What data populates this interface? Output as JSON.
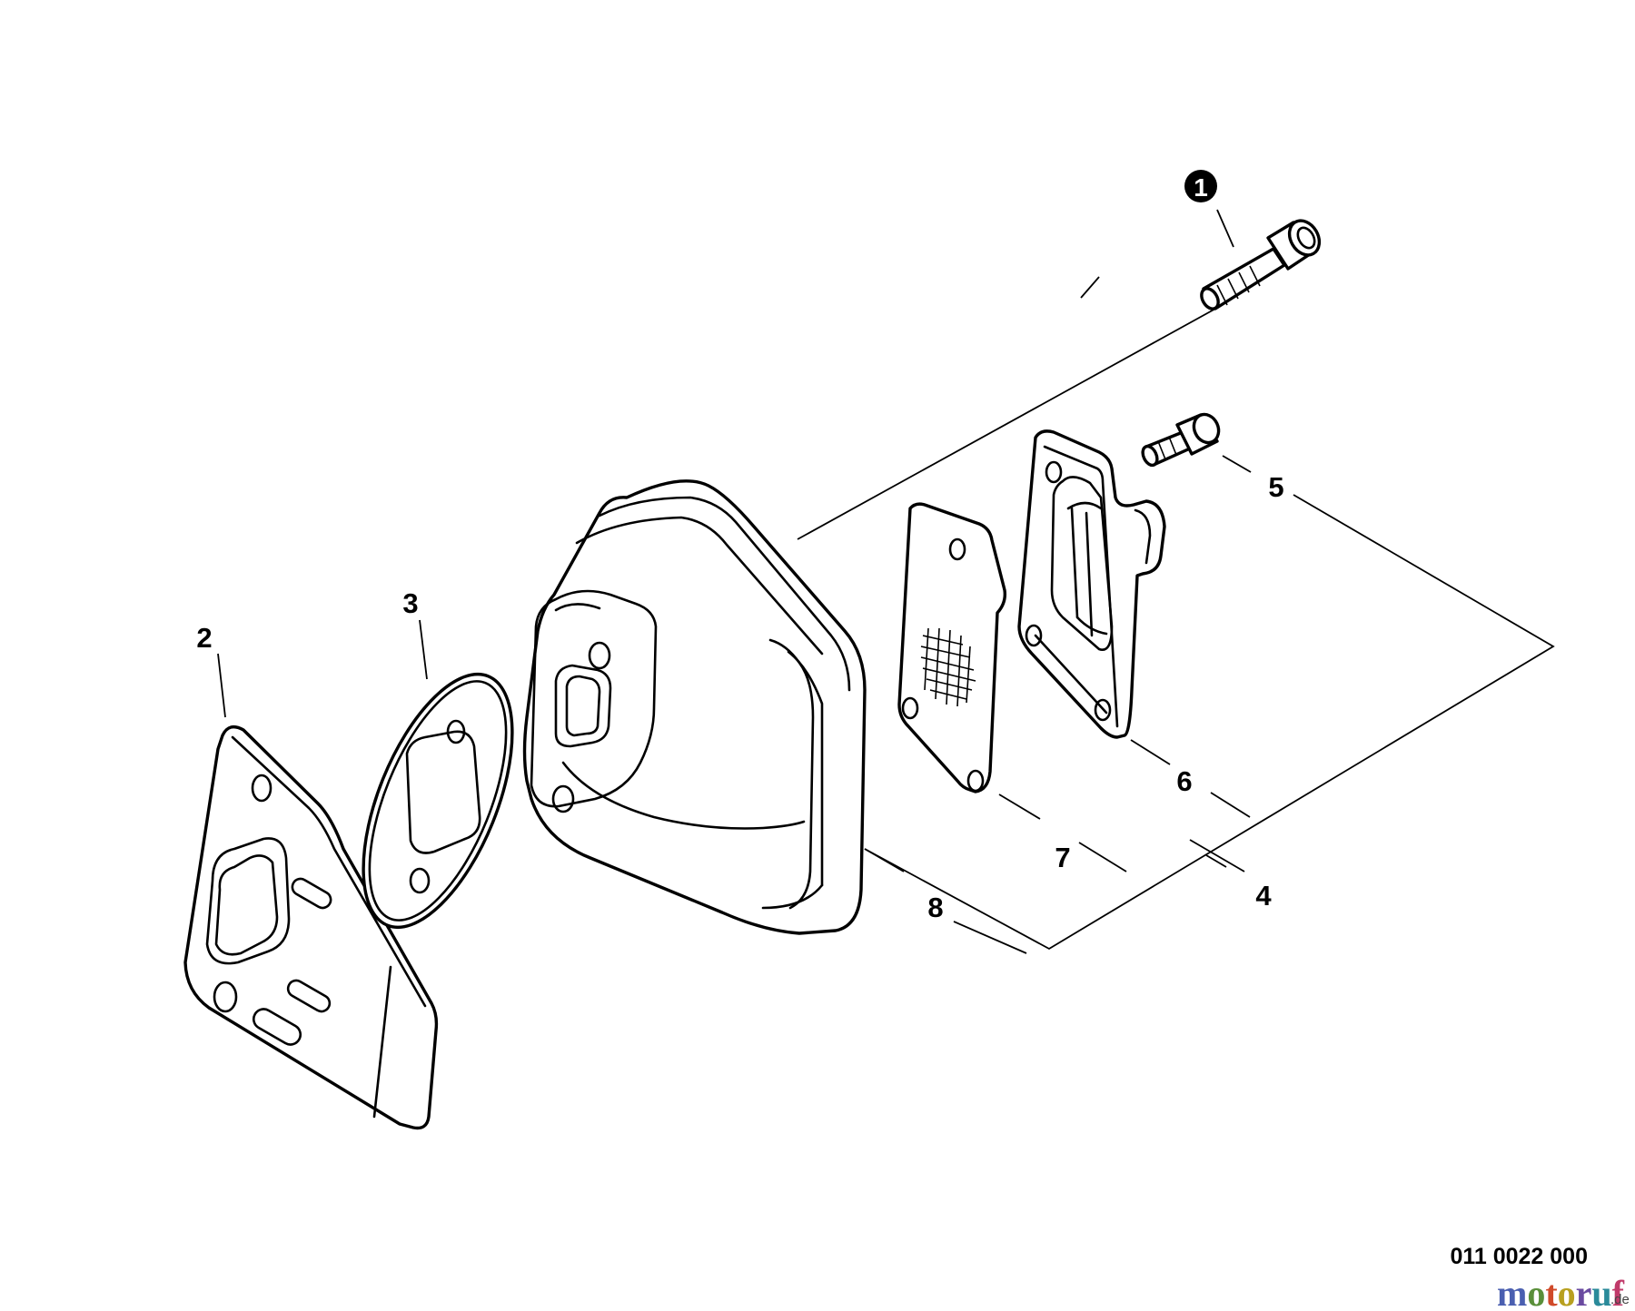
{
  "diagram": {
    "callouts": [
      {
        "id": "1",
        "text": "1"
      },
      {
        "id": "2",
        "text": "2"
      },
      {
        "id": "3",
        "text": "3"
      },
      {
        "id": "4",
        "text": "4"
      },
      {
        "id": "5",
        "text": "5"
      },
      {
        "id": "6",
        "text": "6"
      },
      {
        "id": "7",
        "text": "7"
      },
      {
        "id": "8",
        "text": "8"
      }
    ],
    "reference_code": "011 0022 000"
  },
  "watermark": {
    "logo_letters": [
      "m",
      "o",
      "t",
      "o",
      "r",
      "u",
      "f"
    ],
    "logo_colors": [
      "#4a5fb0",
      "#5a8f3a",
      "#d04a2a",
      "#b8a020",
      "#6a4aa0",
      "#2a8a9a",
      "#c03a6a"
    ],
    "logo_suffix": ".de"
  }
}
